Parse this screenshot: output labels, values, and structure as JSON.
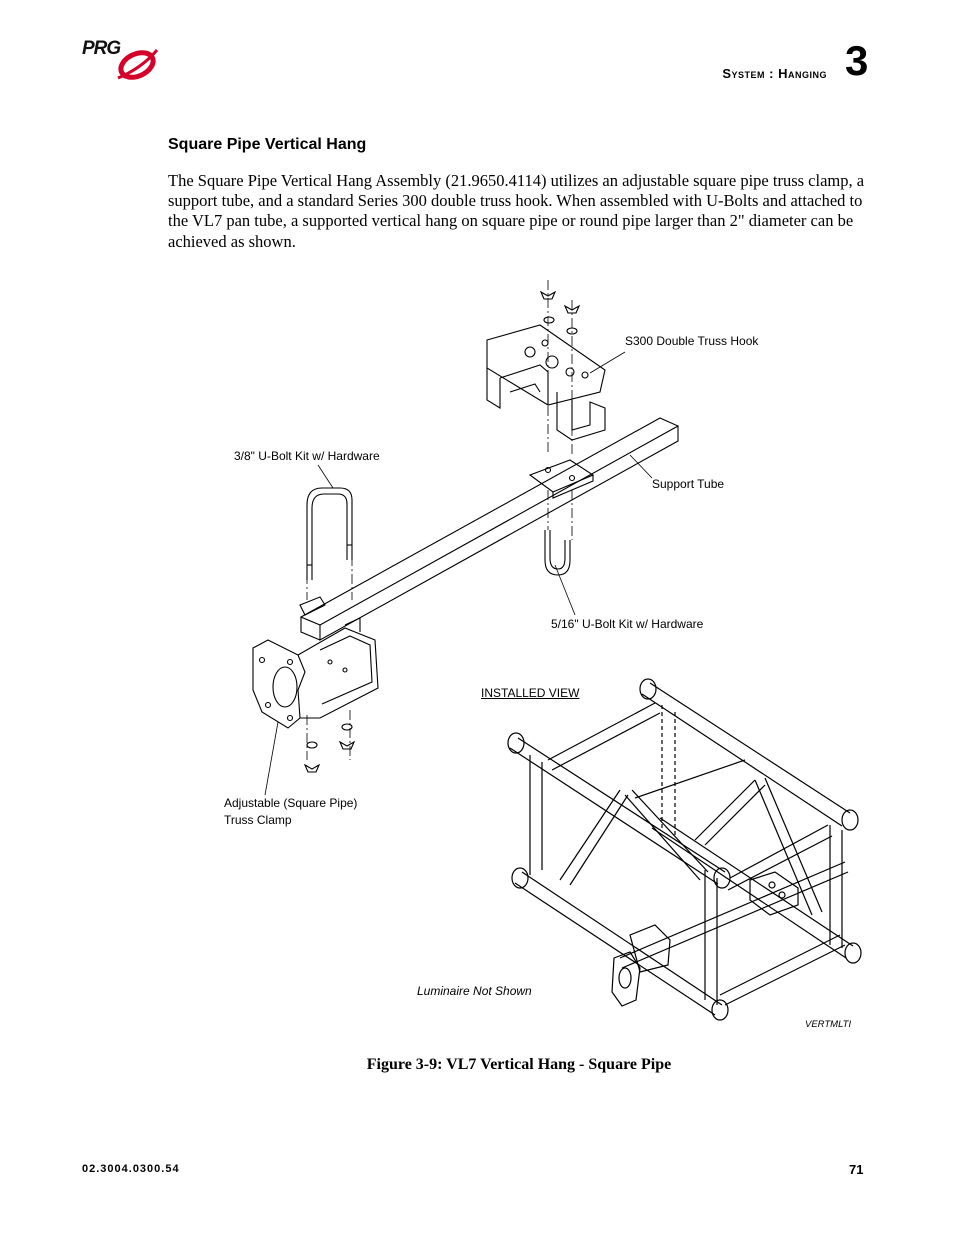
{
  "header": {
    "logo_text": "PRG",
    "section": "System : Hanging",
    "chapter": "3"
  },
  "content": {
    "heading": "Square Pipe Vertical Hang",
    "paragraph": "The Square Pipe Vertical Hang Assembly (21.9650.4114) utilizes an adjustable square pipe truss clamp, a support tube, and a standard Series 300 double truss hook. When assembled with U-Bolts and attached to the VL7 pan tube, a supported vertical hang on square pipe or round pipe larger than 2\" diameter can be achieved as shown."
  },
  "figure": {
    "labels": {
      "truss_hook": "S300 Double Truss Hook",
      "ubolt_38": "3/8\" U-Bolt Kit w/ Hardware",
      "support_tube": "Support Tube",
      "ubolt_516": "5/16\" U-Bolt Kit w/ Hardware",
      "installed_view": "INSTALLED VIEW",
      "truss_clamp_line1": "Adjustable (Square Pipe)",
      "truss_clamp_line2": "Truss Clamp",
      "luminaire_note": "Luminaire Not Shown",
      "drawing_code": "VERTMLTI"
    },
    "caption": "Figure 3-9:  VL7 Vertical Hang - Square Pipe"
  },
  "footer": {
    "doc_number": "02.3004.0300.54",
    "page_number": "71"
  },
  "colors": {
    "logo_accent": "#d4002a",
    "line": "#000000"
  }
}
